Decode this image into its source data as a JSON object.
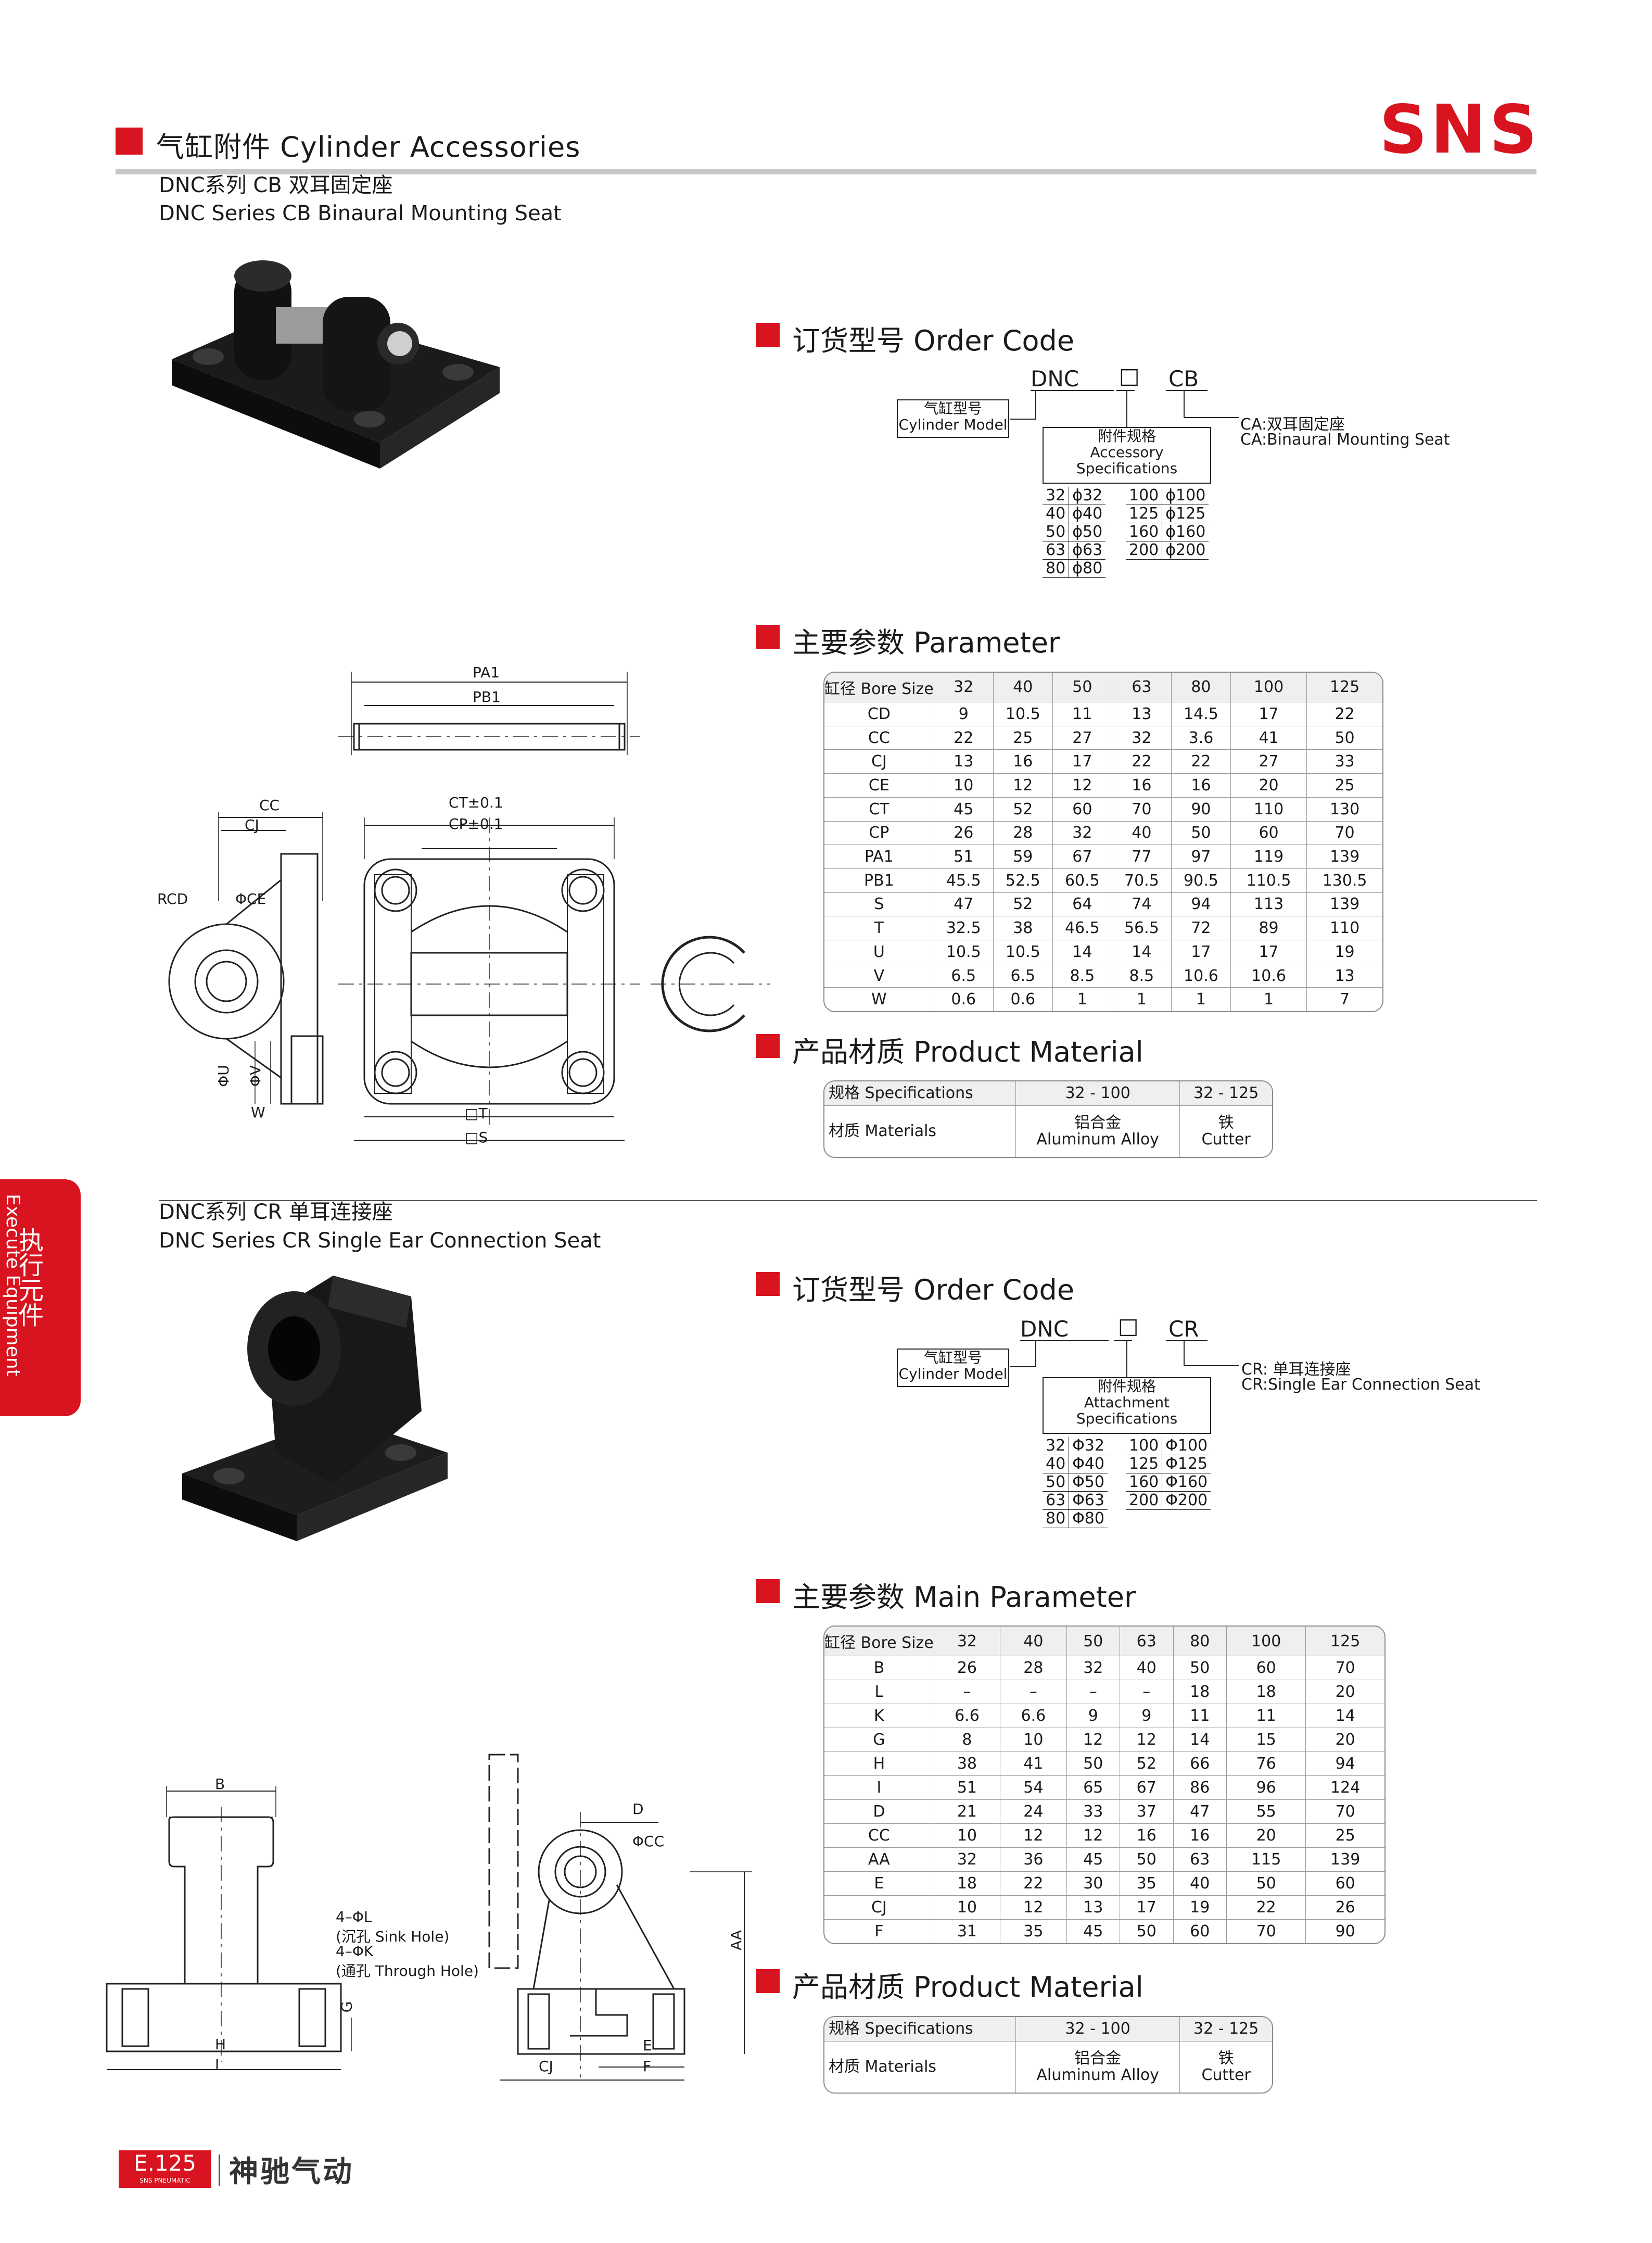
{
  "header": {
    "title_cn": "气缸附件",
    "title_en": "Cylinder Accessories",
    "brand": "SNS"
  },
  "side_tab": {
    "cn": "执行元件",
    "en": "Execute Equipment"
  },
  "cb": {
    "title_cn": "DNC系列 CB 双耳固定座",
    "title_en": "DNC Series CB Binaural Mounting Seat",
    "order_code": {
      "heading_cn": "订货型号",
      "heading_en": "Order Code",
      "prefix": "DNC",
      "box": "□",
      "suffix": "CB",
      "model_cn": "气缸型号",
      "model_en": "Cylinder Model",
      "spec_cn": "附件规格",
      "spec_en1": "Accessory",
      "spec_en2": "Specifications",
      "suffix_desc_cn": "CA:双耳固定座",
      "suffix_desc_en": "CA:Binaural Mounting Seat",
      "sizes_left": [
        [
          "32",
          "ϕ32"
        ],
        [
          "40",
          "ϕ40"
        ],
        [
          "50",
          "ϕ50"
        ],
        [
          "63",
          "ϕ63"
        ],
        [
          "80",
          "ϕ80"
        ]
      ],
      "sizes_right": [
        [
          "100",
          "ϕ100"
        ],
        [
          "125",
          "ϕ125"
        ],
        [
          "160",
          "ϕ160"
        ],
        [
          "200",
          "ϕ200"
        ]
      ]
    },
    "parameter": {
      "heading_cn": "主要参数",
      "heading_en": "Parameter",
      "header": [
        "缸径 Bore Size",
        "32",
        "40",
        "50",
        "63",
        "80",
        "100",
        "125"
      ],
      "rows": [
        [
          "CD",
          "9",
          "10.5",
          "11",
          "13",
          "14.5",
          "17",
          "22"
        ],
        [
          "CC",
          "22",
          "25",
          "27",
          "32",
          "3.6",
          "41",
          "50"
        ],
        [
          "CJ",
          "13",
          "16",
          "17",
          "22",
          "22",
          "27",
          "33"
        ],
        [
          "CE",
          "10",
          "12",
          "12",
          "16",
          "16",
          "20",
          "25"
        ],
        [
          "CT",
          "45",
          "52",
          "60",
          "70",
          "90",
          "110",
          "130"
        ],
        [
          "CP",
          "26",
          "28",
          "32",
          "40",
          "50",
          "60",
          "70"
        ],
        [
          "PA1",
          "51",
          "59",
          "67",
          "77",
          "97",
          "119",
          "139"
        ],
        [
          "PB1",
          "45.5",
          "52.5",
          "60.5",
          "70.5",
          "90.5",
          "110.5",
          "130.5"
        ],
        [
          "S",
          "47",
          "52",
          "64",
          "74",
          "94",
          "113",
          "139"
        ],
        [
          "T",
          "32.5",
          "38",
          "46.5",
          "56.5",
          "72",
          "89",
          "110"
        ],
        [
          "U",
          "10.5",
          "10.5",
          "14",
          "14",
          "17",
          "17",
          "19"
        ],
        [
          "V",
          "6.5",
          "6.5",
          "8.5",
          "8.5",
          "10.6",
          "10.6",
          "13"
        ],
        [
          "W",
          "0.6",
          "0.6",
          "1",
          "1",
          "1",
          "1",
          "7"
        ]
      ]
    },
    "material": {
      "heading_cn": "产品材质",
      "heading_en": "Product Material",
      "spec_label": "规格 Specifications",
      "mat_label": "材质 Materials",
      "col1": "32 - 100",
      "col2": "32 - 125",
      "mat1_cn": "铝合金",
      "mat1_en": "Aluminum Alloy",
      "mat2_cn": "铁",
      "mat2_en": "Cutter"
    },
    "drawing_labels": {
      "pa1": "PA1",
      "pb1": "PB1",
      "cc": "CC",
      "cj": "CJ",
      "ct": "CT±0.1",
      "cp": "CP±0.1",
      "rcd": "RCD",
      "phice": "ΦCE",
      "phiu": "ΦU",
      "phiv": "ΦV",
      "w": "W",
      "t": "□T",
      "s": "□S"
    }
  },
  "cr": {
    "title_cn": "DNC系列 CR 单耳连接座",
    "title_en": "DNC Series CR Single Ear Connection Seat",
    "order_code": {
      "heading_cn": "订货型号",
      "heading_en": "Order Code",
      "prefix": "DNC",
      "box": "□",
      "suffix": "CR",
      "model_cn": "气缸型号",
      "model_en": "Cylinder Model",
      "spec_cn": "附件规格",
      "spec_en1": "Attachment",
      "spec_en2": "Specifications",
      "suffix_desc_cn": "CR: 单耳连接座",
      "suffix_desc_en": "CR:Single Ear Connection Seat",
      "sizes_left": [
        [
          "32",
          "Φ32"
        ],
        [
          "40",
          "Φ40"
        ],
        [
          "50",
          "Φ50"
        ],
        [
          "63",
          "Φ63"
        ],
        [
          "80",
          "Φ80"
        ]
      ],
      "sizes_right": [
        [
          "100",
          "Φ100"
        ],
        [
          "125",
          "Φ125"
        ],
        [
          "160",
          "Φ160"
        ],
        [
          "200",
          "Φ200"
        ]
      ]
    },
    "parameter": {
      "heading_cn": "主要参数",
      "heading_en": "Main Parameter",
      "header": [
        "缸径 Bore Size",
        "32",
        "40",
        "50",
        "63",
        "80",
        "100",
        "125"
      ],
      "rows": [
        [
          "B",
          "26",
          "28",
          "32",
          "40",
          "50",
          "60",
          "70"
        ],
        [
          "L",
          "–",
          "–",
          "–",
          "–",
          "18",
          "18",
          "20"
        ],
        [
          "K",
          "6.6",
          "6.6",
          "9",
          "9",
          "11",
          "11",
          "14"
        ],
        [
          "G",
          "8",
          "10",
          "12",
          "12",
          "14",
          "15",
          "20"
        ],
        [
          "H",
          "38",
          "41",
          "50",
          "52",
          "66",
          "76",
          "94"
        ],
        [
          "I",
          "51",
          "54",
          "65",
          "67",
          "86",
          "96",
          "124"
        ],
        [
          "D",
          "21",
          "24",
          "33",
          "37",
          "47",
          "55",
          "70"
        ],
        [
          "CC",
          "10",
          "12",
          "12",
          "16",
          "16",
          "20",
          "25"
        ],
        [
          "AA",
          "32",
          "36",
          "45",
          "50",
          "63",
          "115",
          "139"
        ],
        [
          "E",
          "18",
          "22",
          "30",
          "35",
          "40",
          "50",
          "60"
        ],
        [
          "CJ",
          "10",
          "12",
          "13",
          "17",
          "19",
          "22",
          "26"
        ],
        [
          "F",
          "31",
          "35",
          "45",
          "50",
          "60",
          "70",
          "90"
        ]
      ]
    },
    "material": {
      "heading_cn": "产品材质",
      "heading_en": "Product Material",
      "spec_label": "规格 Specifications",
      "mat_label": "材质 Materials",
      "col1": "32 - 100",
      "col2": "32 - 125",
      "mat1_cn": "铝合金",
      "mat1_en": "Aluminum Alloy",
      "mat2_cn": "铁",
      "mat2_en": "Cutter"
    },
    "drawing_labels": {
      "b": "B",
      "h": "H",
      "i": "I",
      "g": "G",
      "l4": "4–ΦL",
      "sink": "(沉孔 Sink Hole)",
      "k4": "4–ΦK",
      "through": "(通孔 Through Hole)",
      "d": "D",
      "phicc": "ΦCC",
      "aa": "AA",
      "e": "E",
      "f": "F",
      "cj": "CJ"
    }
  },
  "footer": {
    "page": "E.125",
    "sub": "SNS PNEUMATIC",
    "company": "神驰气动"
  },
  "colors": {
    "accent": "#d7141f",
    "rule": "#bdbdbd"
  }
}
